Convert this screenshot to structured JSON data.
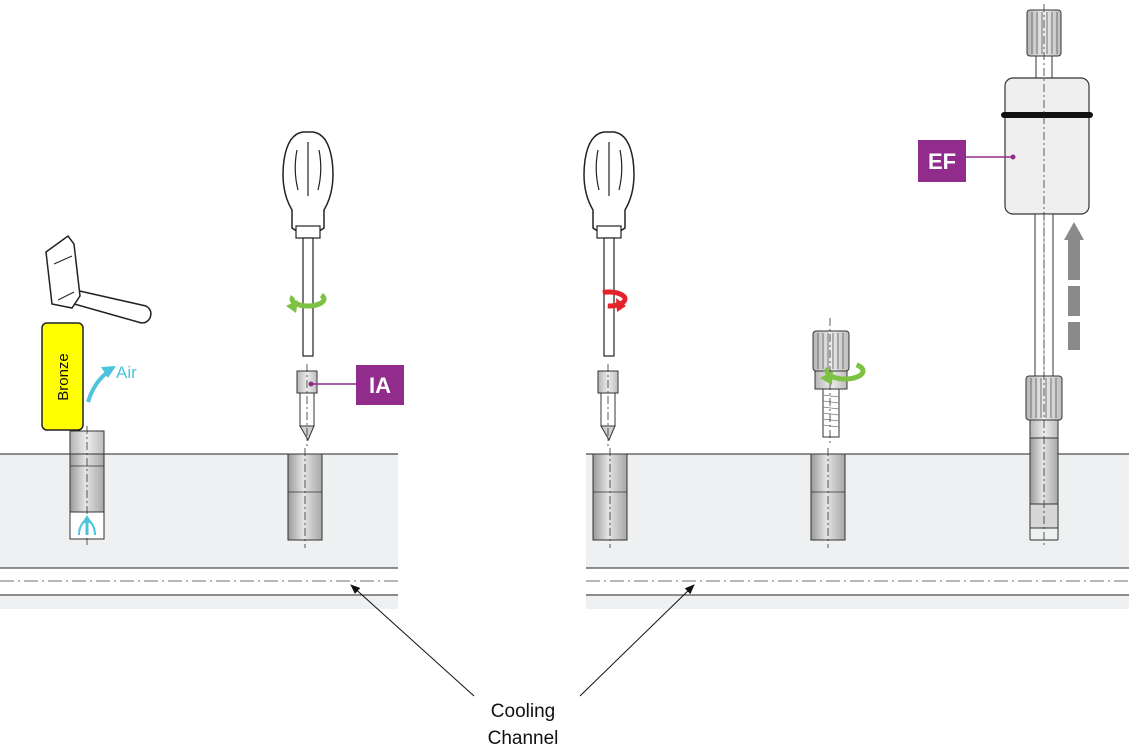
{
  "labels": {
    "bronze": "Bronze",
    "air": "Air",
    "ia": "IA",
    "ef": "EF",
    "cooling_line1": "Cooling",
    "cooling_line2": "Channel"
  },
  "colors": {
    "bronze_block": "#ffff00",
    "tag_fill": "#912b8c",
    "air": "#4ec3dd",
    "rotate_green": "#7dc242",
    "rotate_red": "#e52229",
    "steel": "#c9c9c9",
    "plate": "#eef0f1"
  },
  "icons": {
    "hammer": "hammer-icon",
    "screwdriver": "screwdriver-icon",
    "rotate_cw": "rotate-arrow-icon",
    "pull_up": "up-arrow-icon"
  }
}
